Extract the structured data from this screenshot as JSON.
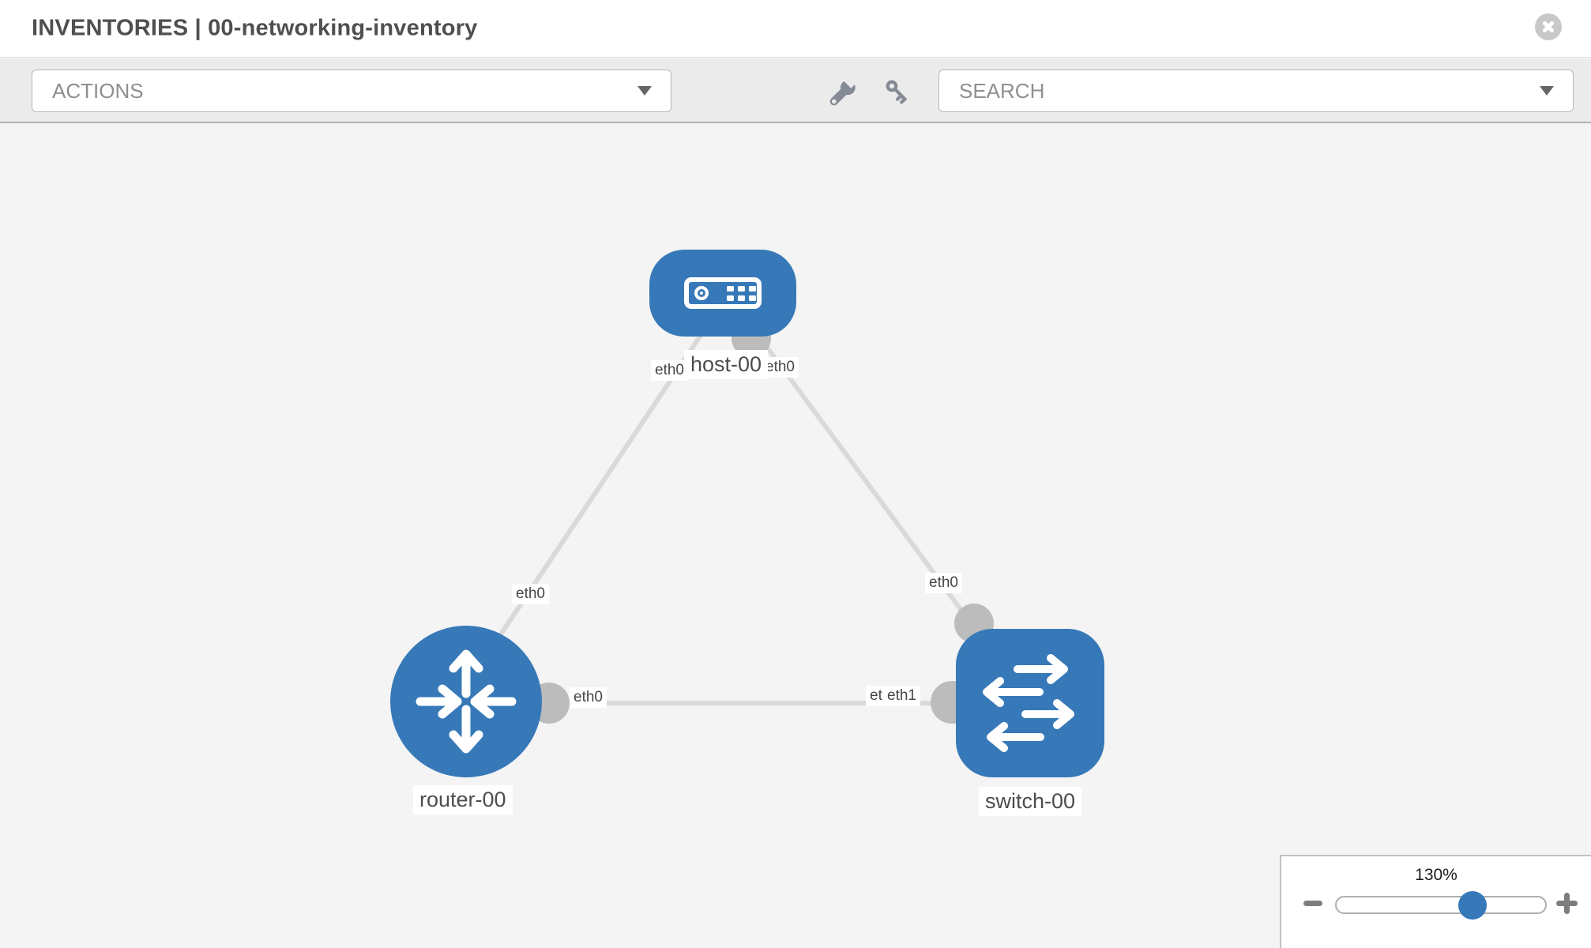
{
  "header": {
    "title": "INVENTORIES | 00-networking-inventory"
  },
  "toolbar": {
    "actions_label": "ACTIONS",
    "search_placeholder": "SEARCH",
    "tools": [
      "wrench-icon",
      "key-icon"
    ]
  },
  "topology": {
    "nodes": [
      {
        "id": "host-00",
        "type": "host",
        "label": "host-00"
      },
      {
        "id": "router-00",
        "type": "router",
        "label": "router-00"
      },
      {
        "id": "switch-00",
        "type": "switch",
        "label": "switch-00"
      }
    ],
    "links": [
      {
        "from": "host-00",
        "from_interface": "eth0",
        "to": "router-00",
        "to_interface": "eth0"
      },
      {
        "from": "host-00",
        "from_interface": "eth0",
        "to": "switch-00",
        "to_interface": "eth0"
      },
      {
        "from": "router-00",
        "from_interface": "eth0",
        "to": "switch-00",
        "to_interface": "eth1"
      }
    ],
    "interface_labels": {
      "host_left": "eth0",
      "host_right": "eth0",
      "link_to_router": "eth0",
      "link_to_switch": "eth0",
      "router_right": "eth0",
      "switch_back": "eth0",
      "switch_front": "eth1"
    }
  },
  "zoom_control": {
    "level": "130%"
  },
  "colors": {
    "node_blue": "#3779b8",
    "link_gray": "#d9d9d9",
    "connector_gray": "#bcbcbc",
    "canvas_bg": "#f4f4f4",
    "toolbar_bg": "#ebebeb",
    "slider_thumb": "#3778b9"
  }
}
